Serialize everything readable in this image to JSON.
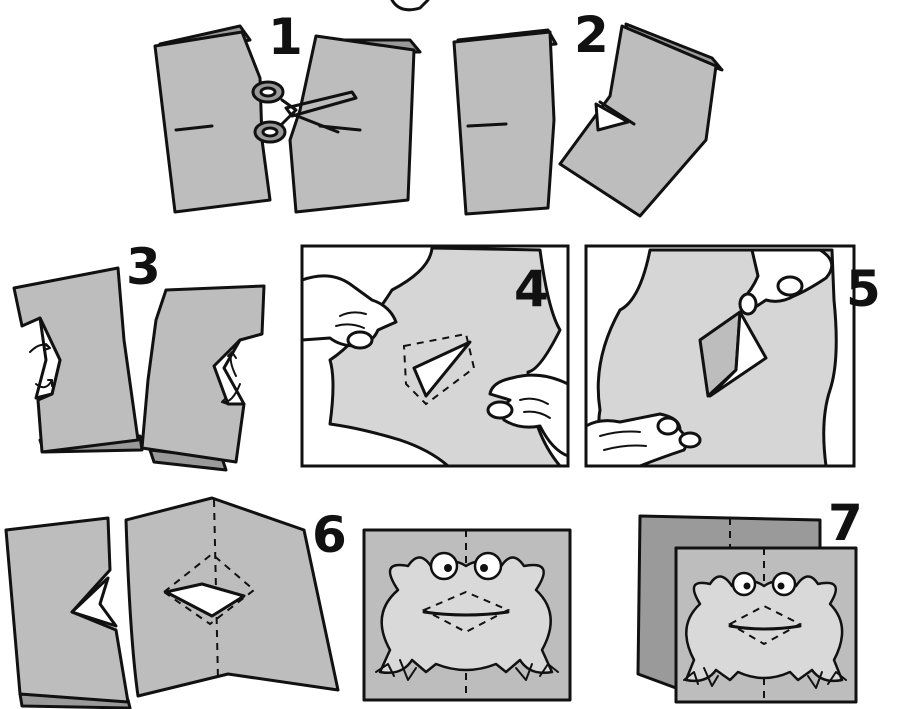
{
  "steps": [
    {
      "number": "1"
    },
    {
      "number": "2"
    },
    {
      "number": "3"
    },
    {
      "number": "4"
    },
    {
      "number": "5"
    },
    {
      "number": "6"
    },
    {
      "number": "7"
    }
  ],
  "colors": {
    "paper": "#bdbdbd",
    "paper_dark": "#9a9a9a",
    "ink": "#111111",
    "background": "#ffffff"
  }
}
